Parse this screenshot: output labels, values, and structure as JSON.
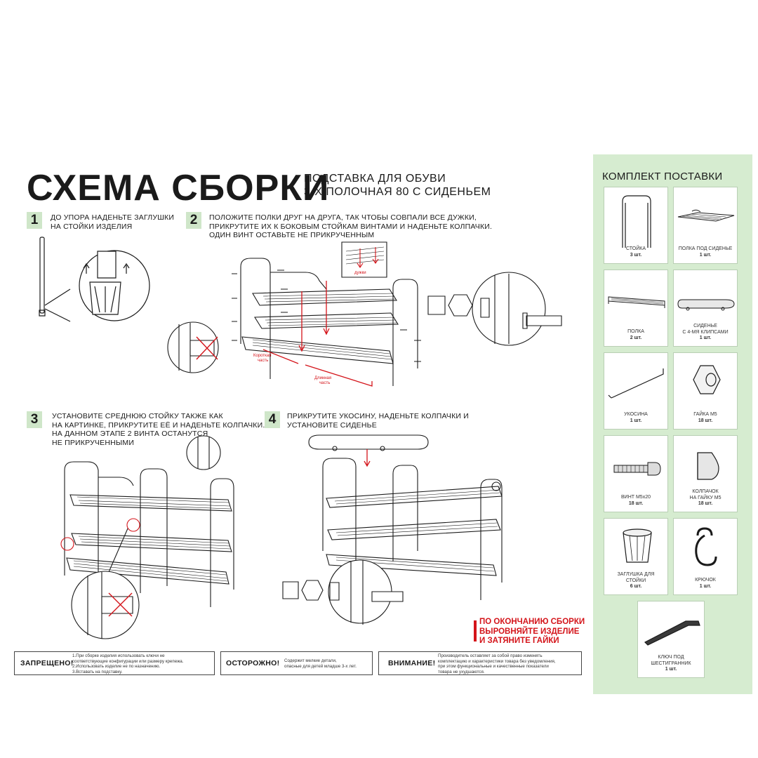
{
  "header": {
    "title": "СХЕМА СБОРКИ",
    "subtitle_line1": "ПОДСТАВКА ДЛЯ ОБУВИ",
    "subtitle_line2": "3-Х ПОЛОЧНАЯ 80 С СИДЕНЬЕМ"
  },
  "steps": [
    {
      "number": "1",
      "lines": [
        "ДО УПОРА НАДЕНЬТЕ ЗАГЛУШКИ",
        "НА СТОЙКИ ИЗДЕЛИЯ"
      ]
    },
    {
      "number": "2",
      "lines": [
        "ПОЛОЖИТЕ ПОЛКИ ДРУГ НА ДРУГА, ТАК ЧТОБЫ СОВПАЛИ ВСЕ ДУЖКИ,",
        "ПРИКРУТИТЕ ИХ К БОКОВЫМ СТОЙКАМ  ВИНТАМИ И НАДЕНЬТЕ КОЛПАЧКИ.",
        "ОДИН ВИНТ ОСТАВЬТЕ НЕ ПРИКРУЧЕННЫМ"
      ]
    },
    {
      "number": "3",
      "lines": [
        "УСТАНОВИТЕ СРЕДНЮЮ СТОЙКУ ТАКЖЕ КАК",
        "НА КАРТИНКЕ, ПРИКРУТИТЕ ЕЁ И НАДЕНЬТЕ КОЛПАЧКИ.",
        "НА ДАННОМ ЭТАПЕ 2 ВИНТА ОСТАНУТСЯ",
        "НЕ ПРИКРУЧЕННЫМИ"
      ]
    },
    {
      "number": "4",
      "lines": [
        "ПРИКРУТИТЕ УКОСИНУ, НАДЕНЬТЕ КОЛПАЧКИ И",
        "УСТАНОВИТЕ  СИДЕНЬЕ"
      ]
    }
  ],
  "diagram_labels": {
    "arcs": "дужки",
    "short_part": [
      "Короткая",
      "часть"
    ],
    "long_part": [
      "Длинная",
      "часть"
    ]
  },
  "final_note": [
    "ПО ОКОНЧАНИЮ СБОРКИ",
    "ВЫРОВНЯЙТЕ ИЗДЕЛИЕ",
    "И ЗАТЯНИТЕ ГАЙКИ"
  ],
  "warnings": [
    {
      "title": "ЗАПРЕЩЕНО!",
      "lines": [
        "1.При сборке изделия использовать ключи не",
        "соответствующие конфигурации или размеру крепежа.",
        "2.Использовать изделие не по назначению.",
        "3.Вставать на подставку."
      ]
    },
    {
      "title": "ОСТОРОЖНО!",
      "lines": [
        "Содержит мелкие детали,",
        "опасные для детей младше 3-х лет."
      ]
    },
    {
      "title": "ВНИМАНИЕ!",
      "lines": [
        "Производитель оставляет за собой право изменять",
        "комплектацию и характеристики товара без уведомления,",
        "при этом функциональные и качественные показатели",
        "товара не ухудшаются."
      ]
    }
  ],
  "kit": {
    "title": "КОМПЛЕКТ ПОСТАВКИ",
    "items": [
      {
        "name": [
          "СТОЙКА"
        ],
        "qty": "3 шт.",
        "icon": "rack-post-icon"
      },
      {
        "name": [
          "ПОЛКА ПОД СИДЕНЬЕ"
        ],
        "qty": "1 шт.",
        "icon": "seat-shelf-icon"
      },
      {
        "name": [
          "ПОЛКА"
        ],
        "qty": "2 шт.",
        "icon": "shelf-icon"
      },
      {
        "name": [
          "СИДЕНЬЕ",
          "С 4-МЯ КЛИПСАМИ"
        ],
        "qty": "1 шт.",
        "icon": "seat-icon"
      },
      {
        "name": [
          "УКОСИНА"
        ],
        "qty": "1 шт.",
        "icon": "brace-icon"
      },
      {
        "name": [
          "ГАЙКА М5"
        ],
        "qty": "18 шт.",
        "icon": "nut-icon"
      },
      {
        "name": [
          "ВИНТ М5х20"
        ],
        "qty": "18 шт.",
        "icon": "screw-icon"
      },
      {
        "name": [
          "КОЛПАЧОК",
          "НА ГАЙКУ М5"
        ],
        "qty": "18 шт.",
        "icon": "cap-icon"
      },
      {
        "name": [
          "ЗАГЛУШКА ДЛЯ",
          "СТОЙКИ"
        ],
        "qty": "6 шт.",
        "icon": "foot-plug-icon"
      },
      {
        "name": [
          "КРЮЧОК"
        ],
        "qty": "1 шт.",
        "icon": "hook-icon"
      },
      {
        "name": [
          "КЛЮЧ ПОД",
          "ШЕСТИГРАННИК"
        ],
        "qty": "1 шт.",
        "icon": "hex-key-icon"
      }
    ]
  },
  "colors": {
    "kit_background": "#d6ecd0",
    "step_badge": "#cfe6c9",
    "accent_red": "#d4141a",
    "line_art": "#1a1a1a"
  }
}
